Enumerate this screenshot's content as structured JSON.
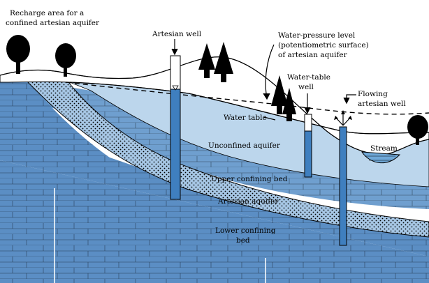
{
  "labels": {
    "recharge_area": [
      "Recharge area for a",
      "confined artesian aquifer"
    ],
    "artesian_well": "Artesian well",
    "water_pressure_level": [
      "Water-pressure level",
      "(potentiometric surface)",
      "of artesian aquifer"
    ],
    "water_table_well": [
      "Water-table",
      "well"
    ],
    "flowing_artesian_well": [
      "Flowing",
      "artesian well"
    ],
    "water_table": "Water table",
    "unconfined_aquifer": "Unconfined aquifer",
    "stream": "Stream",
    "upper_confining_bed": "Upper confining bed",
    "artesian_aquifer": "Artesian aquifer",
    "lower_confining_bed": [
      "Lower confining",
      "bed"
    ]
  },
  "colors": {
    "deep_layer": "#5b8ec4",
    "confining_bed": "#6f9fcf",
    "unconfined_aquifer": "#bcd6ec",
    "artesian_aquifer": "#9fc3e3",
    "well_water": "#3f7fbf",
    "trees": "#000000",
    "outline": "#000000"
  }
}
